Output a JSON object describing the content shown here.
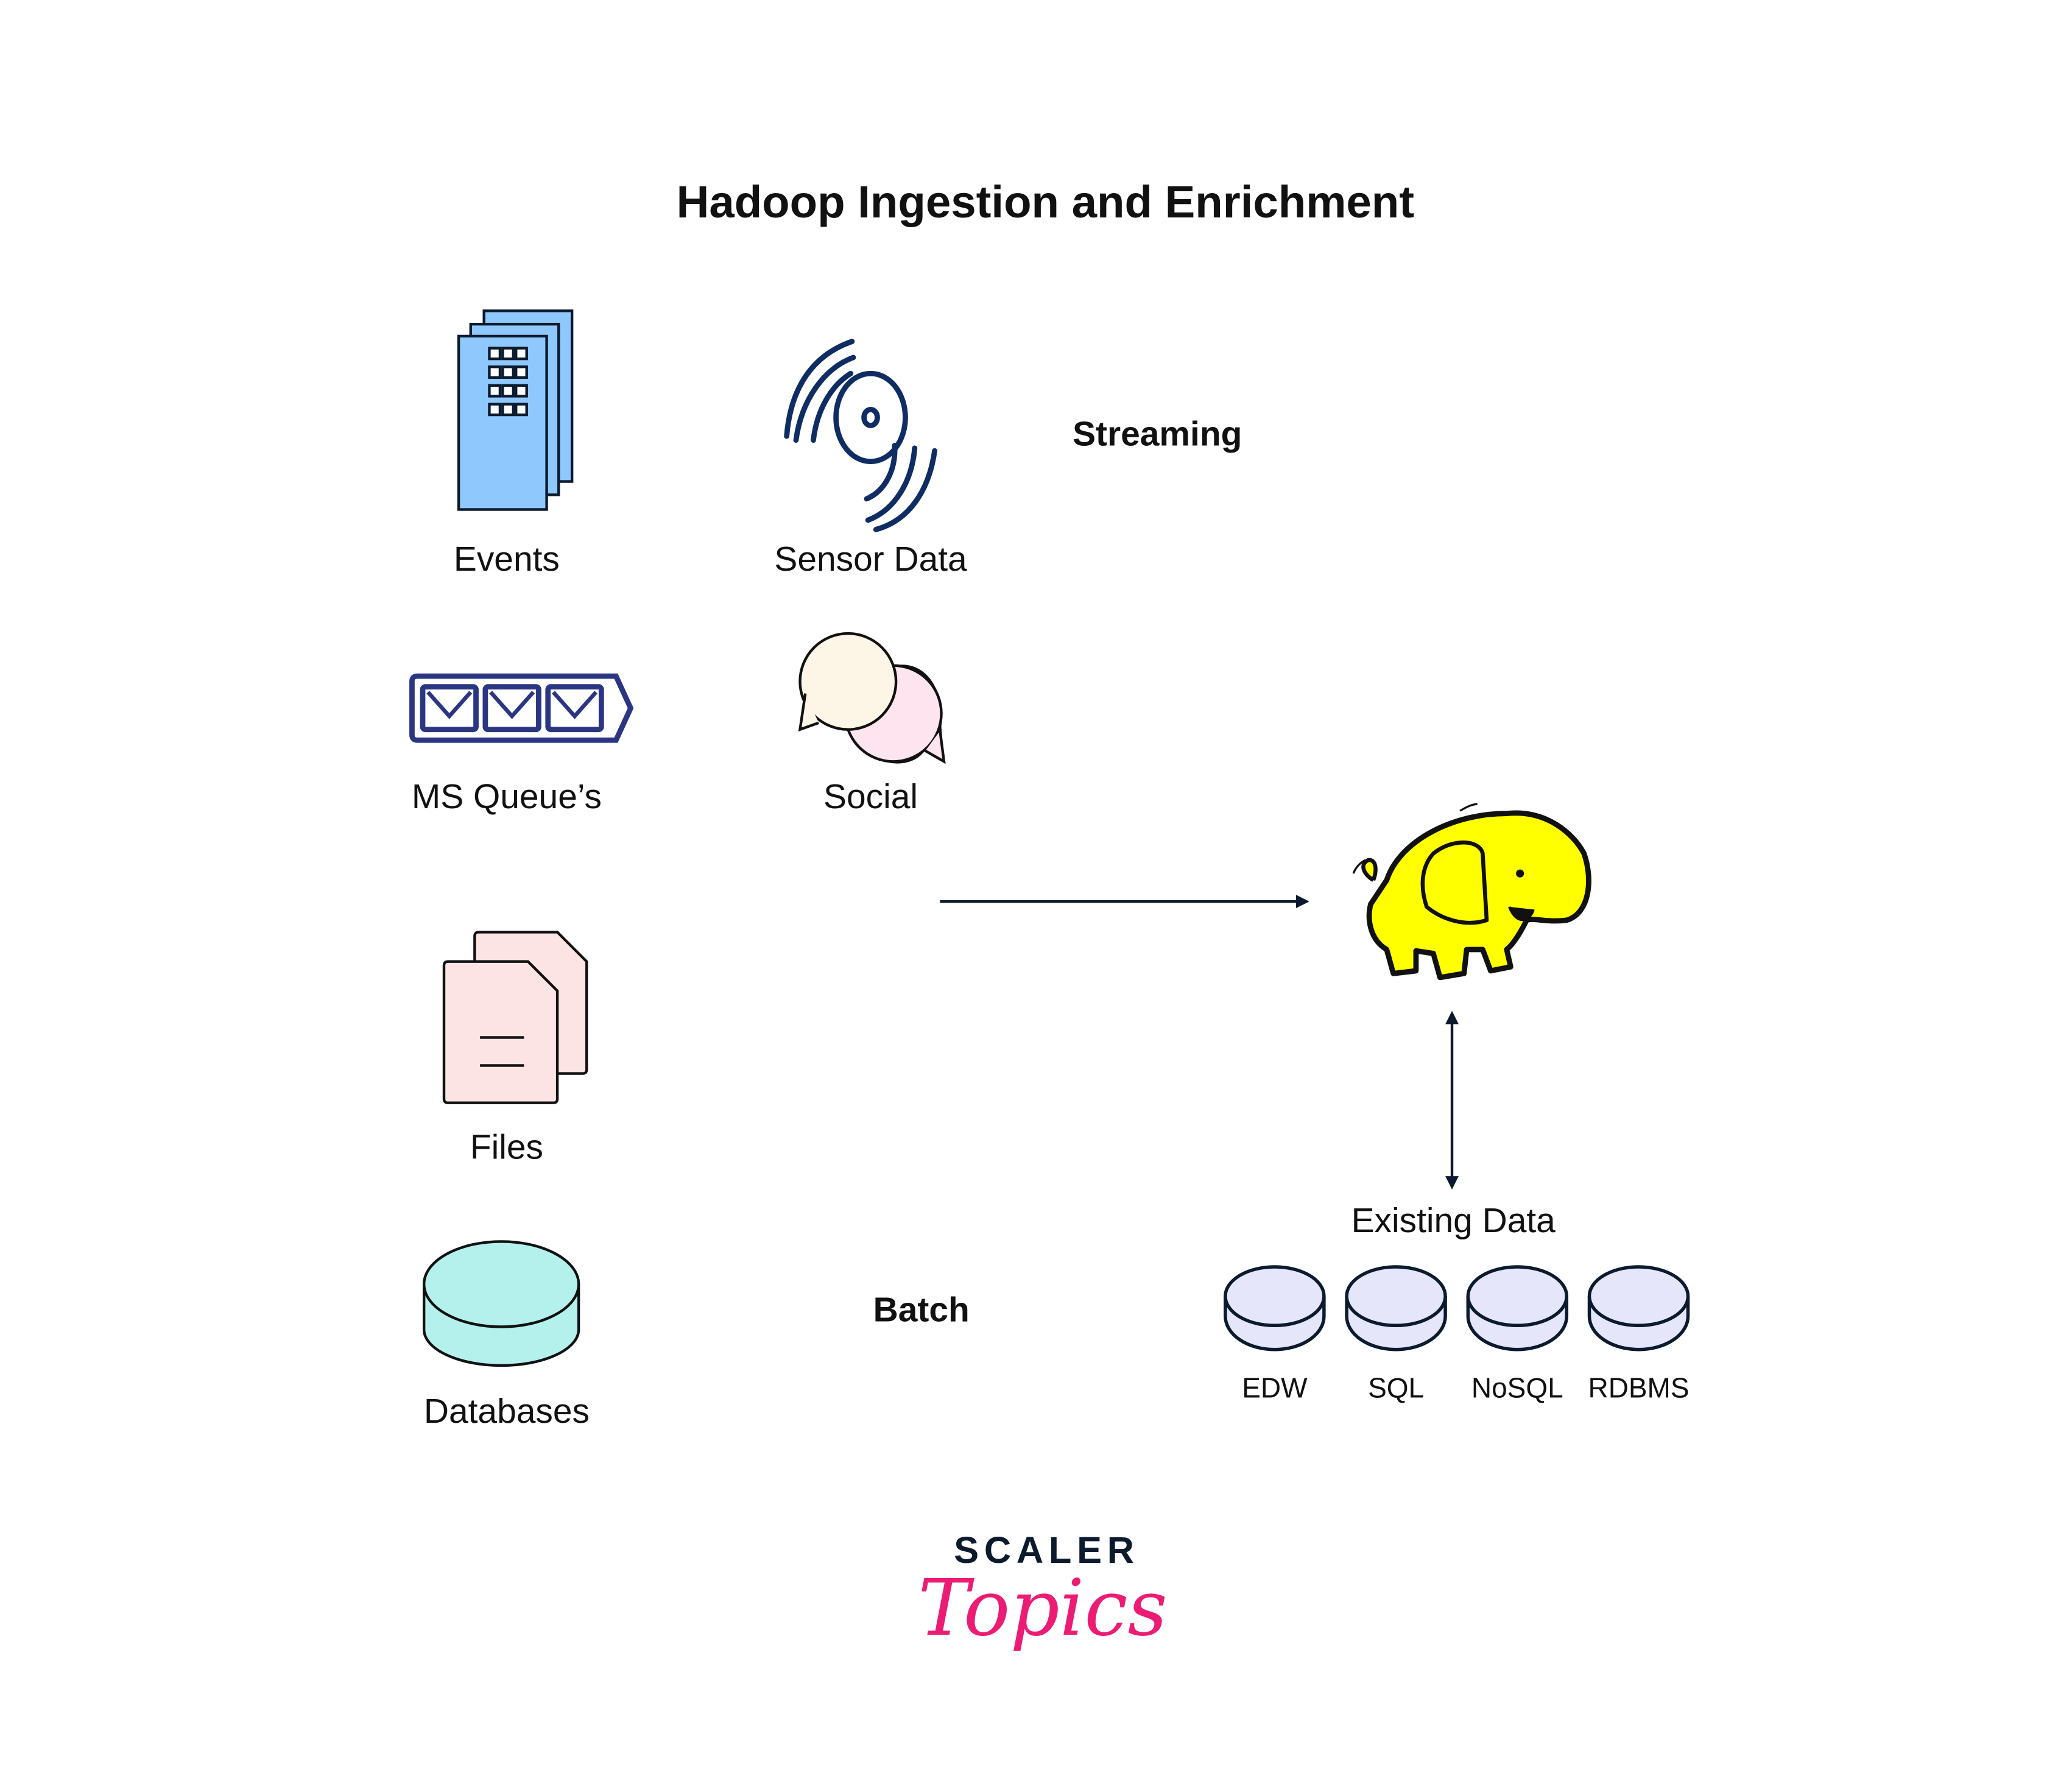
{
  "title": "Hadoop Ingestion and Enrichment",
  "sources": {
    "events": {
      "label": "Events",
      "icon": "building-icon"
    },
    "sensor": {
      "label": "Sensor Data",
      "icon": "sensor-icon"
    },
    "queues": {
      "label": "MS Queue’s",
      "icon": "message-queue-icon"
    },
    "social": {
      "label": "Social",
      "icon": "chat-bubbles-icon"
    },
    "files": {
      "label": "Files",
      "icon": "files-icon"
    },
    "databases": {
      "label": "Databases",
      "icon": "database-icon"
    }
  },
  "modes": {
    "streaming": "Streaming",
    "batch": "Batch"
  },
  "target": {
    "name": "Hadoop",
    "icon": "hadoop-elephant-icon"
  },
  "existing": {
    "label": "Existing Data",
    "stores": [
      "EDW",
      "SQL",
      "NoSQL",
      "RDBMS"
    ]
  },
  "logo": {
    "line1": "SCALER",
    "line2": "Topics"
  },
  "colors": {
    "building": "#8ec8fc",
    "sensor": "#0f2d63",
    "queue": "#2b3683",
    "social1": "#fdf5e6",
    "social2": "#fde4ee",
    "files": "#fde4e4",
    "database": "#b4f1ec",
    "existing": "#e6e6fa",
    "elephant": "#ffff00",
    "brand_pink": "#ec1c74",
    "brand_dark": "#0c1a2e"
  }
}
